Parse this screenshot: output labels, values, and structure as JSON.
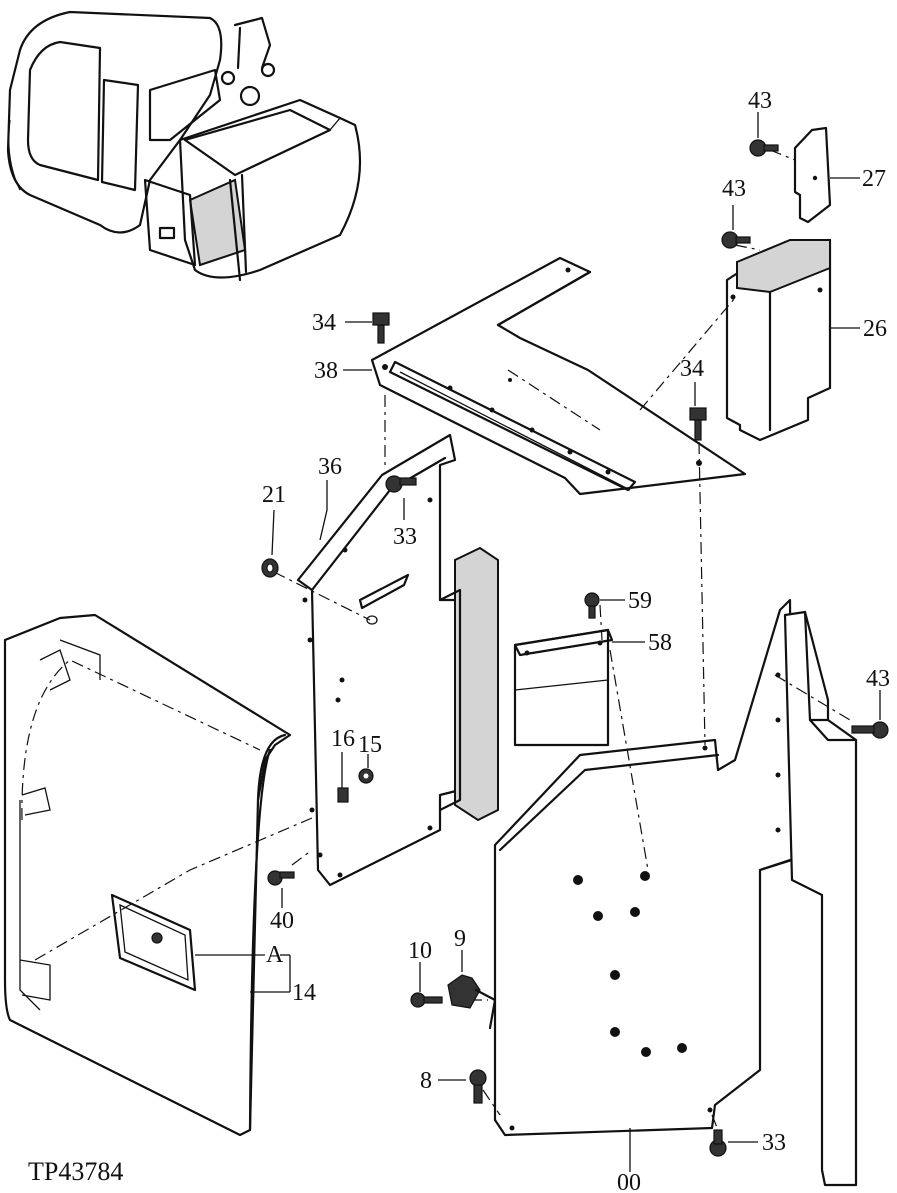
{
  "figure": {
    "reference_code": "TP43784"
  },
  "callouts": [
    {
      "id": "43a",
      "text": "43"
    },
    {
      "id": "27",
      "text": "27"
    },
    {
      "id": "43b",
      "text": "43"
    },
    {
      "id": "26",
      "text": "26"
    },
    {
      "id": "34a",
      "text": "34"
    },
    {
      "id": "38",
      "text": "38"
    },
    {
      "id": "34b",
      "text": "34"
    },
    {
      "id": "36",
      "text": "36"
    },
    {
      "id": "21",
      "text": "21"
    },
    {
      "id": "33a",
      "text": "33"
    },
    {
      "id": "59",
      "text": "59"
    },
    {
      "id": "58",
      "text": "58"
    },
    {
      "id": "43c",
      "text": "43"
    },
    {
      "id": "16",
      "text": "16"
    },
    {
      "id": "15",
      "text": "15"
    },
    {
      "id": "40",
      "text": "40"
    },
    {
      "id": "10",
      "text": "10"
    },
    {
      "id": "9",
      "text": "9"
    },
    {
      "id": "A",
      "text": "A"
    },
    {
      "id": "14",
      "text": "14"
    },
    {
      "id": "8",
      "text": "8"
    },
    {
      "id": "33b",
      "text": "33"
    },
    {
      "id": "00",
      "text": "00"
    }
  ]
}
